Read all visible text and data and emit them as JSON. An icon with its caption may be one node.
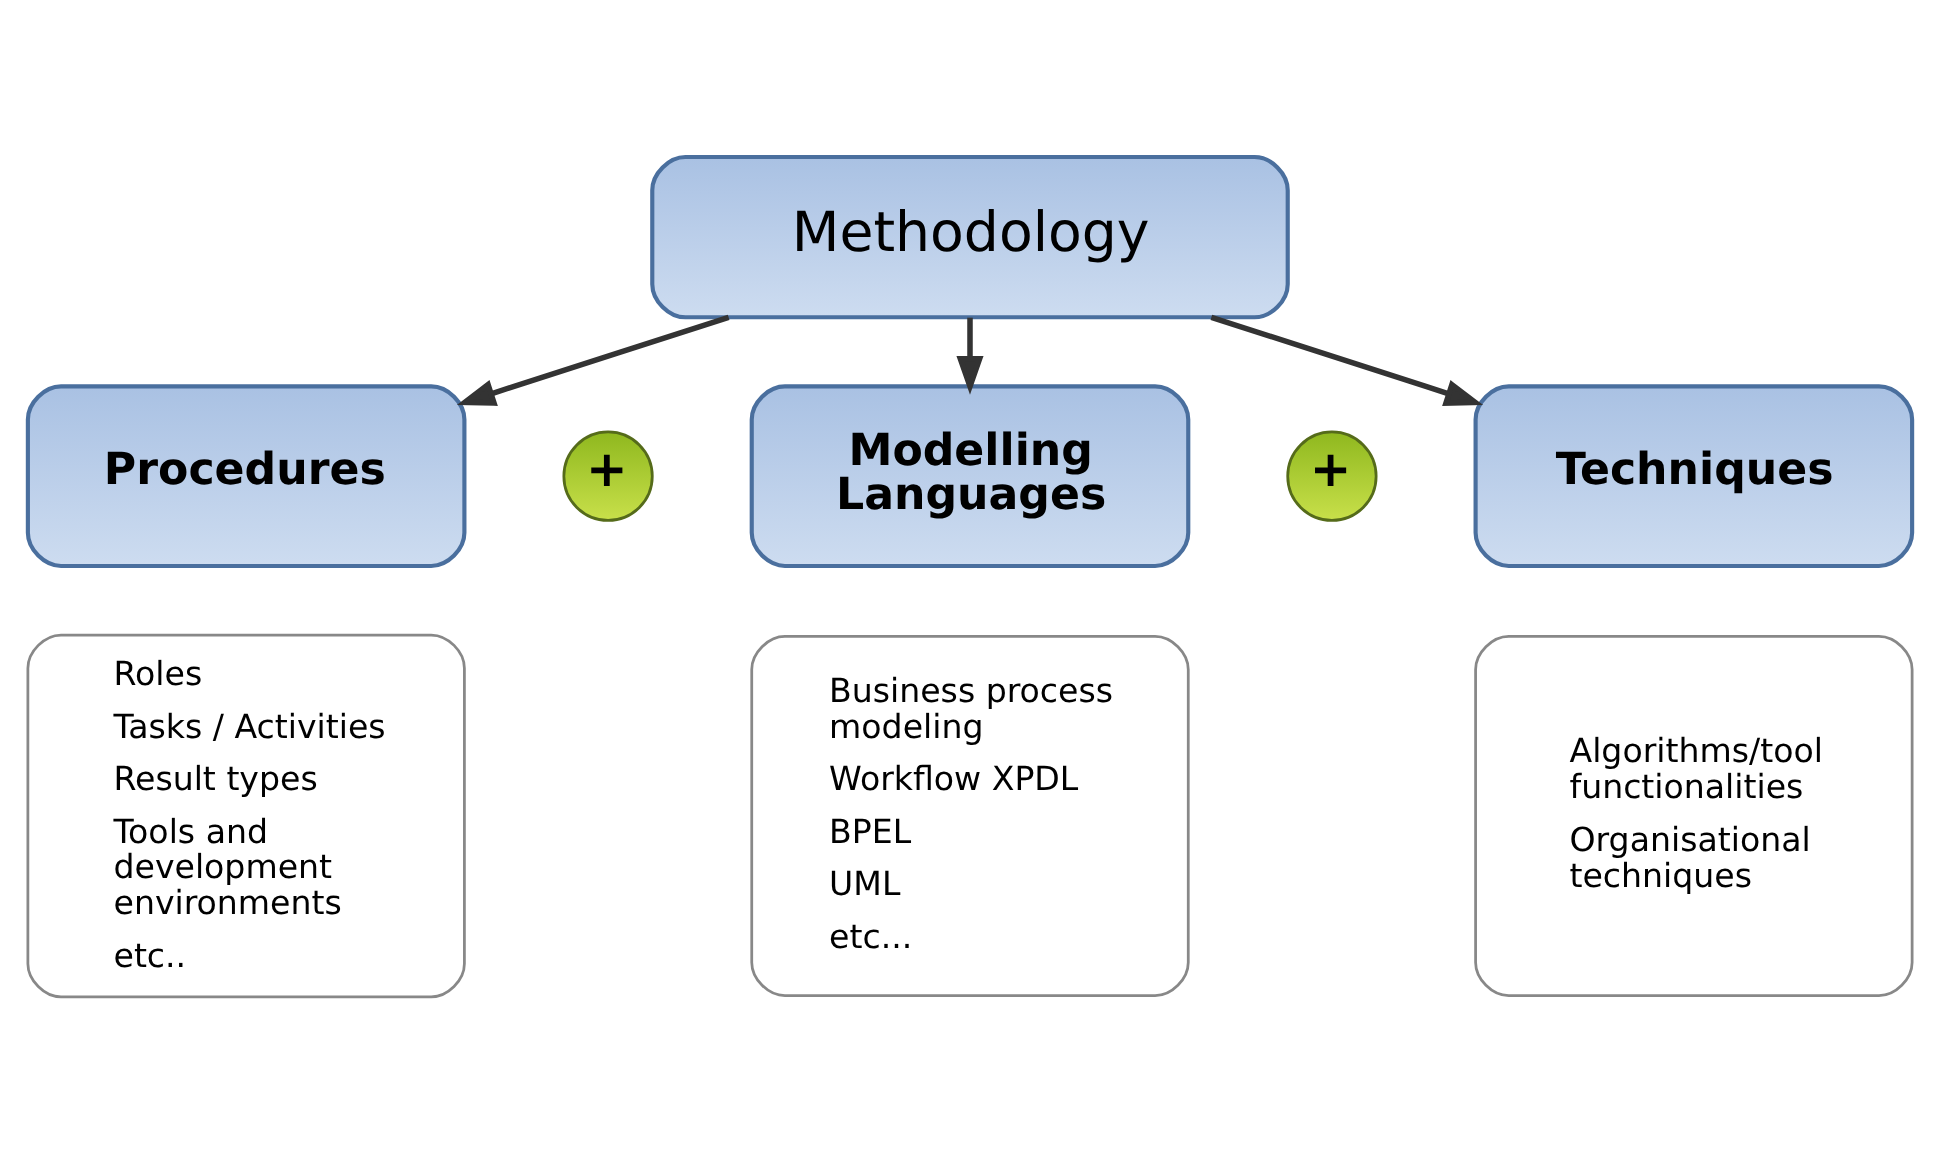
{
  "diagram": {
    "nodes": [
      {
        "text": [
          "Methodology"
        ]
      },
      {
        "text": [
          "Procedures"
        ]
      },
      {
        "text": [
          "+"
        ]
      },
      {
        "text": [
          "Modelling Languages"
        ]
      },
      {
        "text": [
          "+"
        ]
      },
      {
        "text": [
          "Techniques"
        ]
      },
      {
        "text": [
          "Roles",
          "Tasks / Activities",
          "Result types",
          "Tools and development environments",
          "etc.."
        ]
      },
      {
        "text": [
          "Business process modeling",
          "Workflow XPDL",
          "BPEL",
          "UML",
          "etc..."
        ]
      },
      {
        "text": [
          "Algorithms/tool functionalities",
          "Organisational techniques"
        ]
      }
    ],
    "edges": [
      {
        "from": 0,
        "to": 1,
        "arrow": "to"
      },
      {
        "from": 0,
        "to": 3,
        "arrow": "to"
      },
      {
        "from": 0,
        "to": 5,
        "arrow": "to"
      }
    ]
  }
}
